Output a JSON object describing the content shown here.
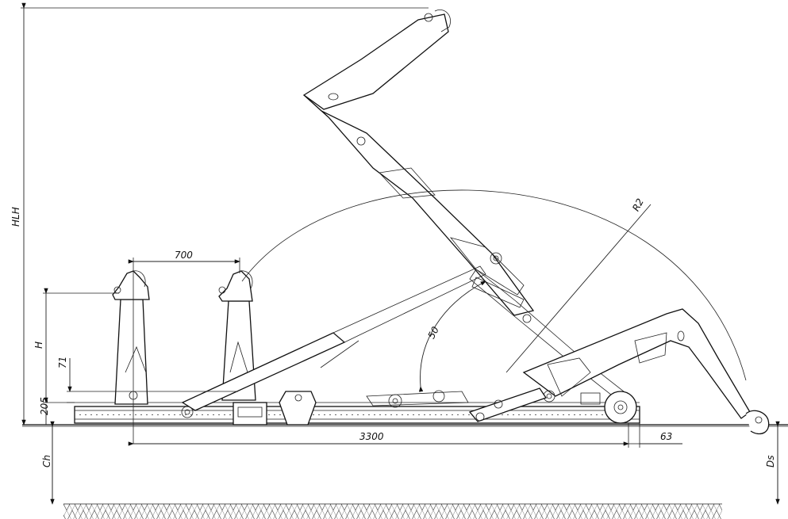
{
  "labels": {
    "hlh": "HLH",
    "h": "H",
    "d71": "71",
    "d205": "205",
    "ch": "Ch",
    "ds": "Ds",
    "d700": "700",
    "d3300": "3300",
    "d63": "63",
    "angle50": "50",
    "r2": "R2"
  }
}
